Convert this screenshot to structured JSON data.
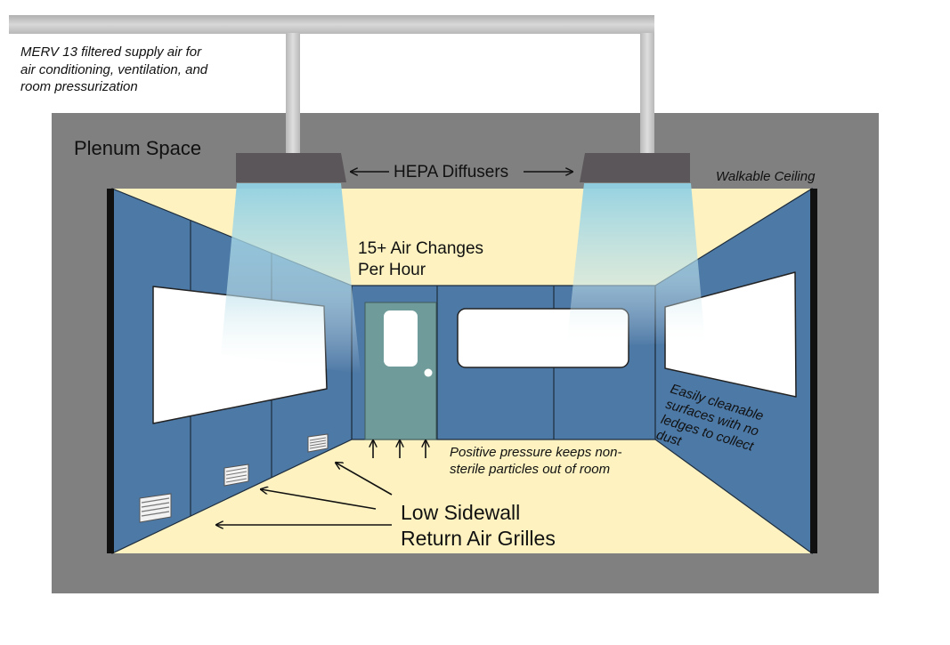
{
  "labels": {
    "supply_air_line1": "MERV 13 filtered supply air for",
    "supply_air_line2": "air conditioning, ventilation, and",
    "supply_air_line3": "room pressurization",
    "plenum": "Plenum Space",
    "hepa": "HEPA Diffusers",
    "ceiling": "Walkable Ceiling",
    "air_changes_line1": "15+ Air Changes",
    "air_changes_line2": "Per Hour",
    "surfaces_line1": "Easily cleanable",
    "surfaces_line2": "surfaces with no",
    "surfaces_line3": "ledges to collect",
    "surfaces_line4": "dust",
    "pressure_line1": "Positive pressure keeps non-",
    "pressure_line2": "sterile particles out of room",
    "grilles_line1": "Low Sidewall",
    "grilles_line2": "Return Air Grilles"
  },
  "colors": {
    "duct": "#c9c9c9",
    "plenum": "#808080",
    "ceiling_floor": "#fdf2c0",
    "wall": "#4d79a6",
    "door": "#6f9c9a",
    "diffuser": "#5b5659",
    "window": "#ffffff",
    "airflow": "#aed7e6"
  }
}
